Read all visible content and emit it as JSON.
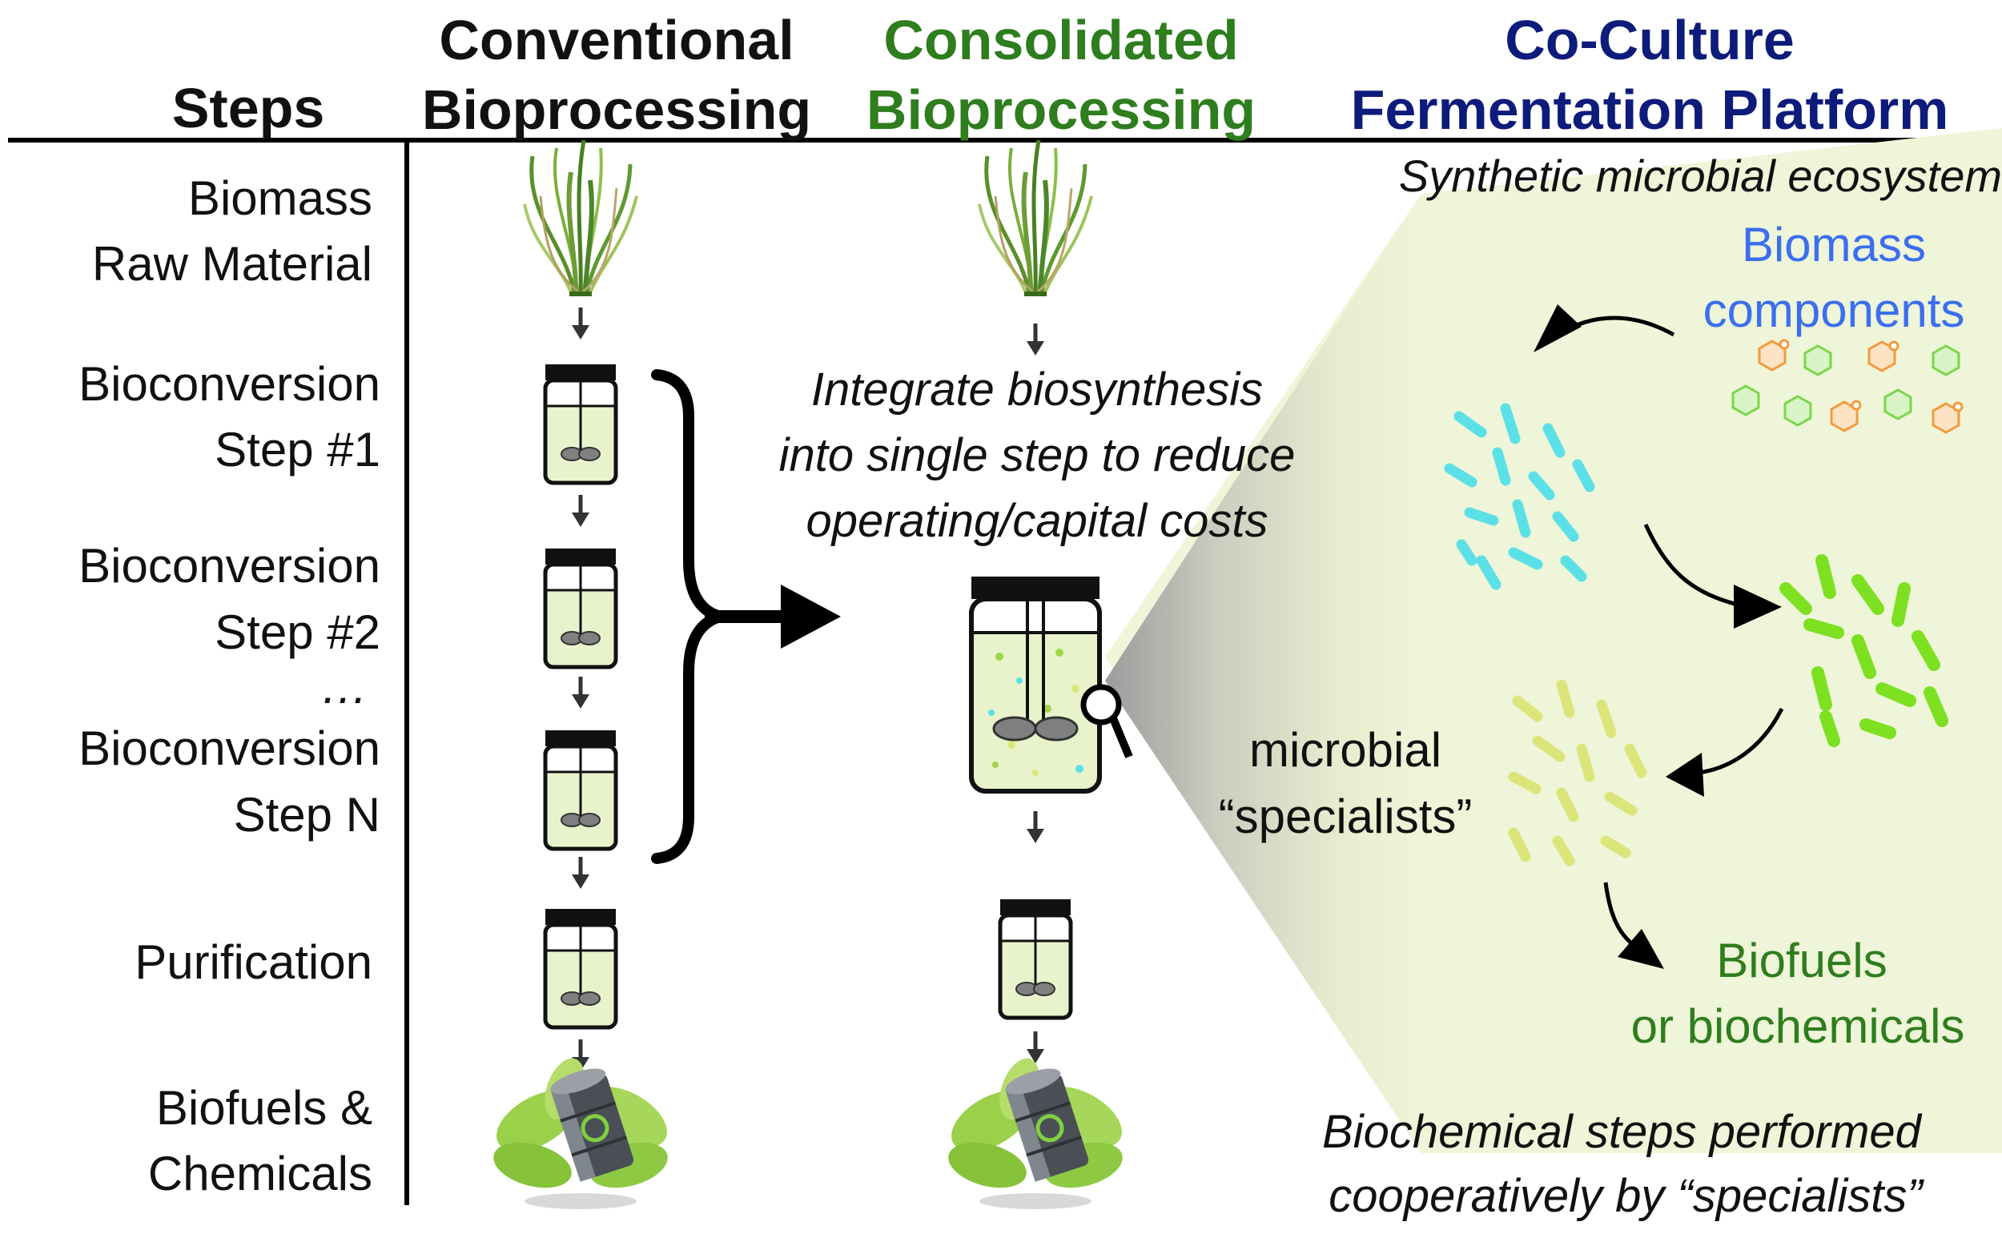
{
  "headers": {
    "steps": "Steps",
    "conventional_line1": "Conventional",
    "conventional_line2": "Bioprocessing",
    "consolidated_line1": "Consolidated",
    "consolidated_line2": "Bioprocessing",
    "coculture_line1": "Co-Culture",
    "coculture_line2": "Fermentation Platform"
  },
  "steps": [
    {
      "line1": "Biomass",
      "line2": "Raw Material"
    },
    {
      "line1": "Bioconversion",
      "line2": "Step #1"
    },
    {
      "line1": "Bioconversion",
      "line2": "Step #2"
    },
    {
      "line1": "…",
      "line2": ""
    },
    {
      "line1": "Bioconversion",
      "line2": "Step N"
    },
    {
      "line1": "Purification",
      "line2": ""
    },
    {
      "line1": "Biofuels &",
      "line2": "Chemicals"
    }
  ],
  "consolidated_note": {
    "line1": "Integrate biosynthesis",
    "line2": "into single step to reduce",
    "line3": "operating/capital costs"
  },
  "coculture": {
    "ecosystem_title": "Synthetic microbial ecosystem",
    "biomass_line1": "Biomass",
    "biomass_line2": "components",
    "specialists_line1": "microbial",
    "specialists_line2": "“specialists”",
    "products_line1": "Biofuels",
    "products_line2": "or biochemicals",
    "footer_line1": "Biochemical steps performed",
    "footer_line2": "cooperatively by “specialists”"
  },
  "colors": {
    "conventional": "#000000",
    "consolidated": "#2e7d1e",
    "coculture": "#0d1b7a",
    "biomass_text": "#3b6ef0",
    "products_text": "#2e7d1e",
    "panel_fill": "#eef5d8",
    "cyan_cells": "#5ce0e8",
    "green_cells": "#7de021",
    "yellow_cells": "#dbe57a",
    "hexagon_orange": "#f39a3c",
    "hexagon_green": "#7ad64a"
  },
  "icons": [
    "grass-icon",
    "bioreactor-icon",
    "magnifier-icon",
    "oil-barrel-leaf-icon",
    "hexagon-molecule-icon"
  ]
}
